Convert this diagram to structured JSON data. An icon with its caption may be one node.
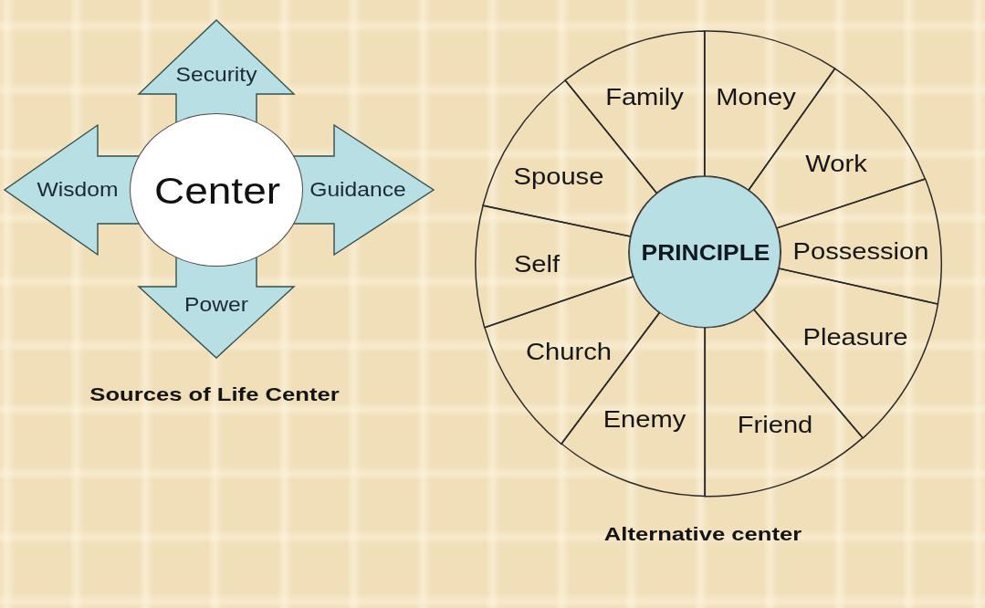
{
  "diagram": {
    "nodes": [
      {
        "text": [
          "Center"
        ]
      },
      {
        "text": [
          "Security"
        ]
      },
      {
        "text": [
          "Wisdom"
        ]
      },
      {
        "text": [
          "Guidance"
        ]
      },
      {
        "text": [
          "Power"
        ]
      },
      {
        "text": [
          "PRINCIPLE"
        ]
      },
      {
        "text": [
          "Family"
        ]
      },
      {
        "text": [
          "Money"
        ]
      },
      {
        "text": [
          "Work"
        ]
      },
      {
        "text": [
          "Possession"
        ]
      },
      {
        "text": [
          "Pleasure"
        ]
      },
      {
        "text": [
          "Friend"
        ]
      },
      {
        "text": [
          "Enemy"
        ]
      },
      {
        "text": [
          "Church"
        ]
      },
      {
        "text": [
          "Self"
        ]
      },
      {
        "text": [
          "Spouse"
        ]
      }
    ],
    "labels": [
      "Sources of Life Center",
      "Alternative center"
    ]
  }
}
